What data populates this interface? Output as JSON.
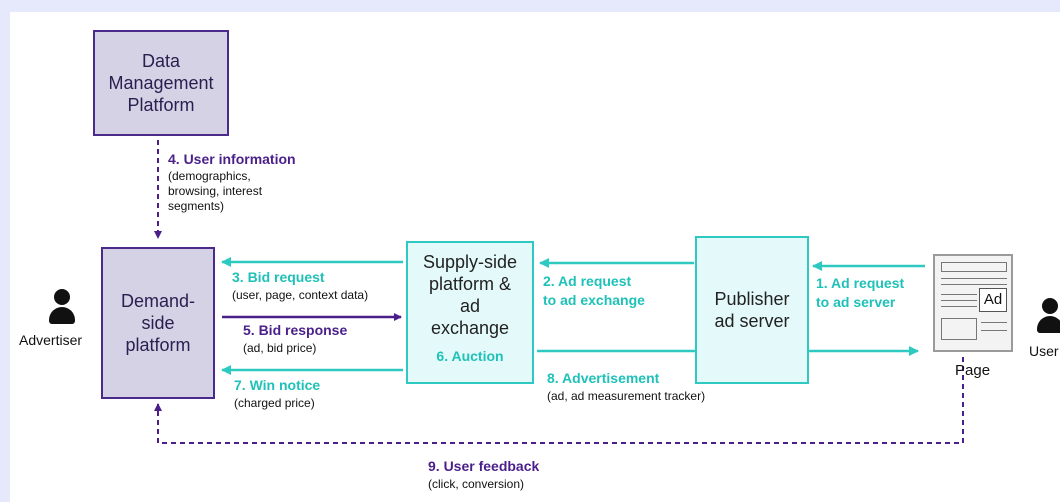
{
  "nodes": {
    "dmp": "Data Management Platform",
    "dsp": "Demand-side platform",
    "ssp": "Supply-side platform & ad exchange",
    "ssp_auction": "6. Auction",
    "publisher": "Publisher ad server",
    "page_label": "Page",
    "page_ad": "Ad"
  },
  "actors": {
    "advertiser": "Advertiser",
    "user": "User"
  },
  "flows": {
    "f1_title": "1. Ad request",
    "f1_title2": "to ad server",
    "f2_title": "2. Ad request",
    "f2_title2": "to ad exchange",
    "f3_title": "3. Bid request",
    "f3_sub": "(user, page, context data)",
    "f4_title": "4. User information",
    "f4_sub1": "(demographics,",
    "f4_sub2": "browsing, interest",
    "f4_sub3": "segments)",
    "f5_title": "5. Bid response",
    "f5_sub": "(ad, bid price)",
    "f7_title": "7. Win notice",
    "f7_sub": "(charged price)",
    "f8_title": "8. Advertisement",
    "f8_sub": "(ad, ad measurement tracker)",
    "f9_title": "9. User feedback",
    "f9_sub": "(click, conversion)"
  },
  "colors": {
    "purple": "#4b1f8a",
    "teal": "#2ec9c1",
    "purple_fill": "#d6d2e6",
    "teal_fill": "#e4fafa"
  }
}
